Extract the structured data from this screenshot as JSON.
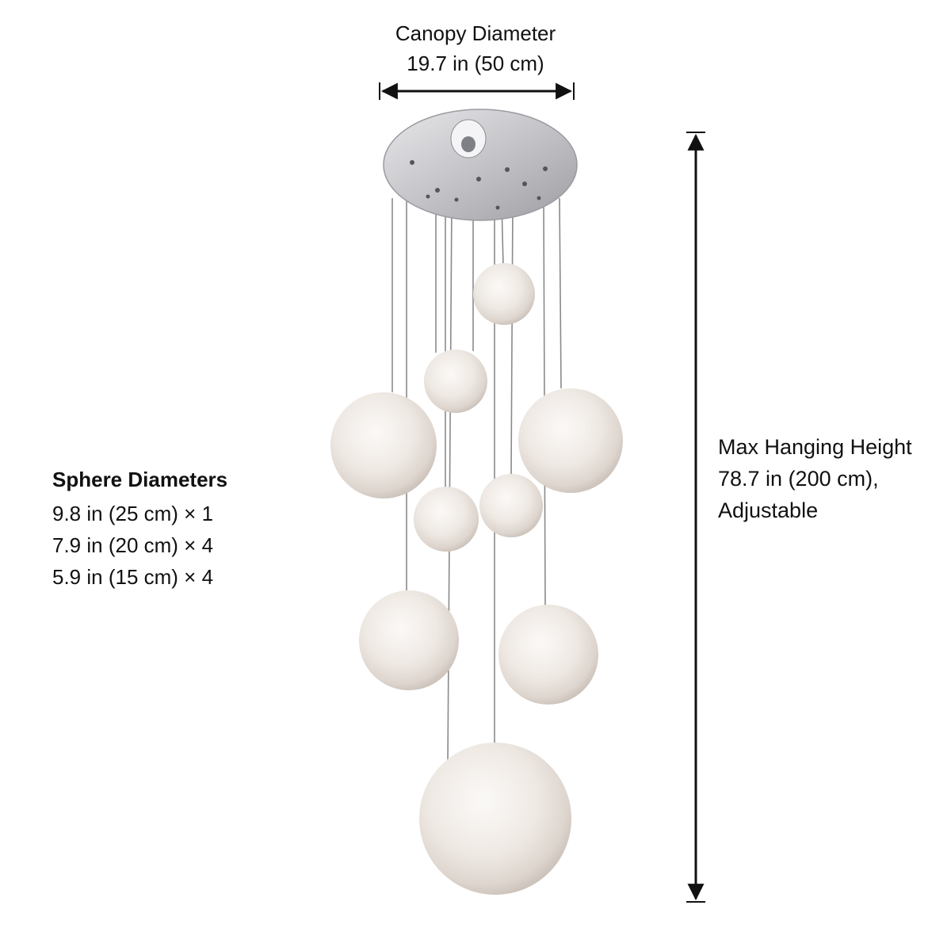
{
  "canopy": {
    "title": "Canopy Diameter",
    "value": "19.7 in (50 cm)"
  },
  "spheres": {
    "title": "Sphere Diameters",
    "lines": [
      "9.8 in (25 cm) × 1",
      "7.9 in (20 cm) × 4",
      "5.9 in (15 cm) × 4"
    ]
  },
  "height": {
    "lines": [
      "Max Hanging Height",
      "78.7 in (200 cm),",
      "Adjustable"
    ]
  },
  "colors": {
    "canopy_metal": "#c9c9cc",
    "sphere_glow": "#f3efec",
    "sphere_shade": "#d9d2cc",
    "wire": "#8a8a8a",
    "dimension_line": "#111111"
  }
}
